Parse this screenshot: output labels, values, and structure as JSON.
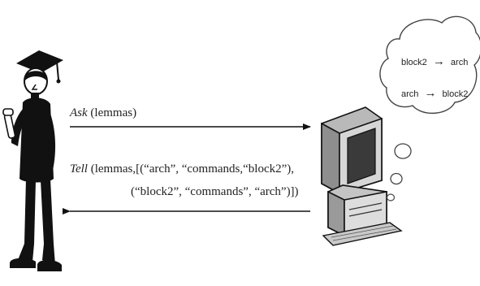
{
  "messages": {
    "ask": {
      "verb": "Ask",
      "args": " (lemmas)"
    },
    "tell": {
      "verb": "Tell",
      "line1": " (lemmas,[(“arch”, “commands,“block2”),",
      "line2": "(“block2”, “commands”, “arch”)])"
    }
  },
  "thought": {
    "line1": {
      "from": "block2",
      "arrow": "→",
      "to": "arch"
    },
    "line2": {
      "from": "arch",
      "arrow": "→",
      "to": "block2"
    }
  },
  "icons": {
    "user": "graduate-figure-icon",
    "computer": "computer-icon",
    "bubble": "thought-cloud-icon"
  }
}
